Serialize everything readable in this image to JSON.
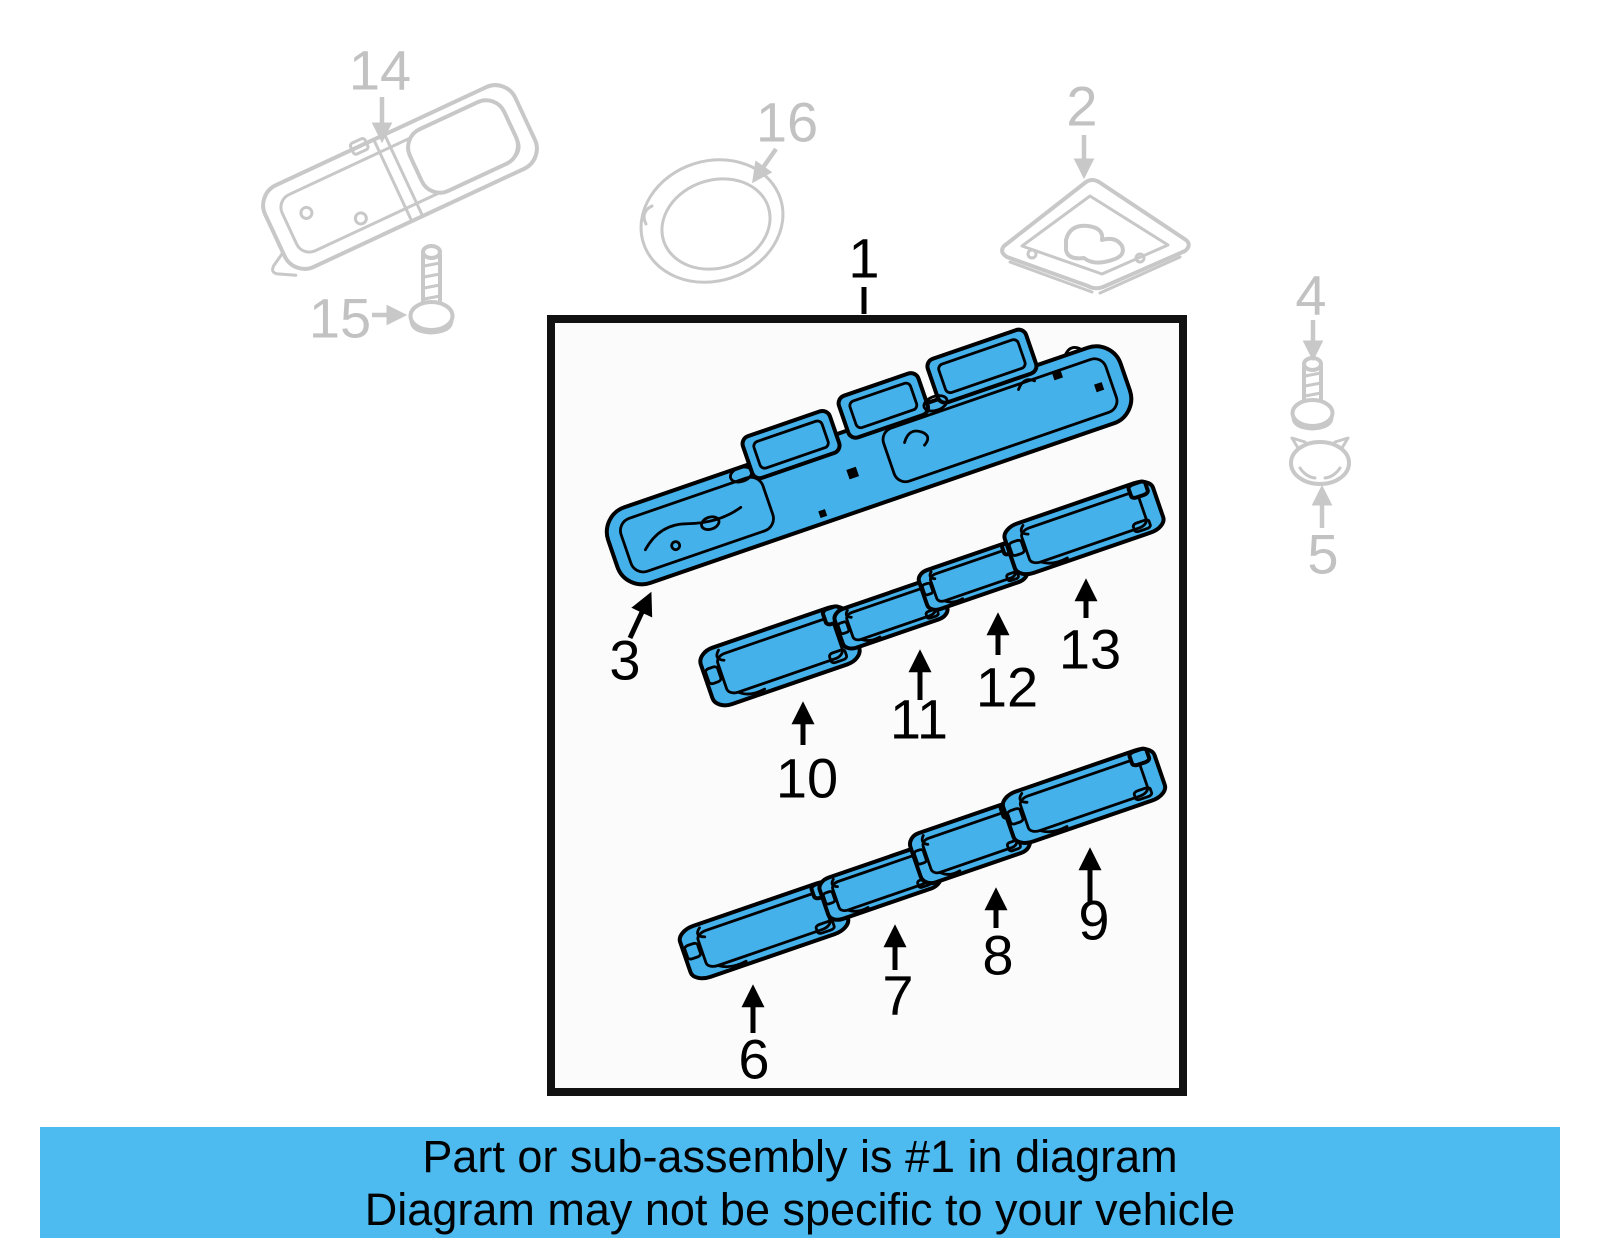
{
  "banner": {
    "line1": "Part or sub-assembly is #1 in diagram",
    "line2": "Diagram may not be specific to your vehicle",
    "bg_color": "#4dbaf0",
    "text_color": "#000000"
  },
  "colors": {
    "highlight_fill": "#45b1ea",
    "outline": "#000000",
    "faded_linework": "#c8c8c8",
    "faded_label": "#c2c2c2",
    "box_border": "#111111",
    "box_background": "#fbfbfb",
    "page_background": "#ffffff"
  },
  "callouts": {
    "highlighted": {
      "n1": "1",
      "n3": "3",
      "n6": "6",
      "n7": "7",
      "n8": "8",
      "n9": "9",
      "n10": "10",
      "n11": "11",
      "n12": "12",
      "n13": "13"
    },
    "faded": {
      "n2": "2",
      "n4": "4",
      "n5": "5",
      "n14": "14",
      "n15": "15",
      "n16": "16"
    }
  }
}
